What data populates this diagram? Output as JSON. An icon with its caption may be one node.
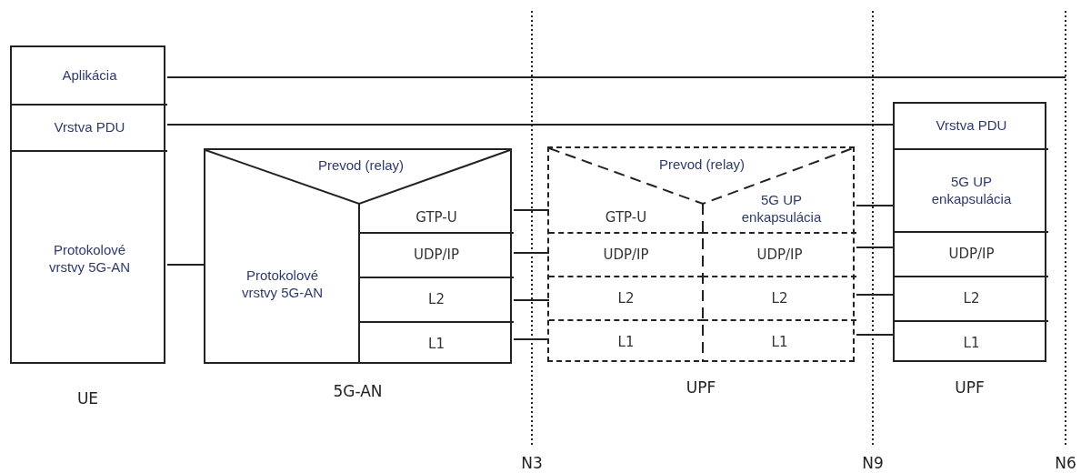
{
  "diagram": {
    "nodes": [
      {
        "text": [],
        "shape": "box",
        "beside": [
          "UE"
        ]
      },
      {
        "text": [
          "Aplikácia"
        ],
        "in": 0
      },
      {
        "text": [
          "Vrstva PDU"
        ],
        "in": 0
      },
      {
        "text": [
          "Protokolové vrstvy 5G-AN"
        ],
        "in": 0
      },
      {
        "text": [],
        "shape": "box",
        "beside": [
          "5G-AN"
        ]
      },
      {
        "text": [
          "Prevod (relay)"
        ],
        "in": 4
      },
      {
        "text": [
          "Protokolové vrstvy 5G-AN"
        ],
        "in": 4
      },
      {
        "text": [
          "GTP-U"
        ],
        "in": 4
      },
      {
        "text": [
          "UDP/IP"
        ],
        "in": 4
      },
      {
        "text": [
          "L2"
        ],
        "in": 4
      },
      {
        "text": [
          "L1"
        ],
        "in": 4
      },
      {
        "text": [],
        "shape": "box",
        "beside": [
          "UPF"
        ]
      },
      {
        "text": [
          "Prevod (relay)"
        ],
        "in": 11
      },
      {
        "text": [
          "GTP-U"
        ],
        "in": 11
      },
      {
        "text": [
          "5G UP enkapsulácia"
        ],
        "in": 11
      },
      {
        "text": [
          "UDP/IP"
        ],
        "in": 11
      },
      {
        "text": [
          "UDP/IP"
        ],
        "in": 11
      },
      {
        "text": [
          "L2"
        ],
        "in": 11
      },
      {
        "text": [
          "L2"
        ],
        "in": 11
      },
      {
        "text": [
          "L1"
        ],
        "in": 11
      },
      {
        "text": [
          "L1"
        ],
        "in": 11
      },
      {
        "text": [],
        "shape": "box",
        "beside": [
          "UPF"
        ]
      },
      {
        "text": [
          "Vrstva PDU"
        ],
        "in": 21
      },
      {
        "text": [
          "5G UP enkapsulácia"
        ],
        "in": 21
      },
      {
        "text": [
          "UDP/IP"
        ],
        "in": 21
      },
      {
        "text": [
          "L2"
        ],
        "in": 21
      },
      {
        "text": [
          "L1"
        ],
        "in": 21
      }
    ],
    "edges": [
      {
        "from": 1,
        "to": null,
        "arrow": "none"
      },
      {
        "from": 2,
        "to": 22,
        "arrow": "none"
      },
      {
        "from": 3,
        "to": 6,
        "arrow": "none"
      },
      {
        "from": 7,
        "to": 13,
        "arrow": "none"
      },
      {
        "from": 8,
        "to": 15,
        "arrow": "none"
      },
      {
        "from": 9,
        "to": 17,
        "arrow": "none"
      },
      {
        "from": 10,
        "to": 19,
        "arrow": "none"
      },
      {
        "from": 14,
        "to": 23,
        "arrow": "none"
      },
      {
        "from": 16,
        "to": 24,
        "arrow": "none"
      },
      {
        "from": 18,
        "to": 25,
        "arrow": "none"
      },
      {
        "from": 20,
        "to": 26,
        "arrow": "none"
      }
    ],
    "labels": [
      "N3",
      "N9",
      "N6"
    ]
  }
}
